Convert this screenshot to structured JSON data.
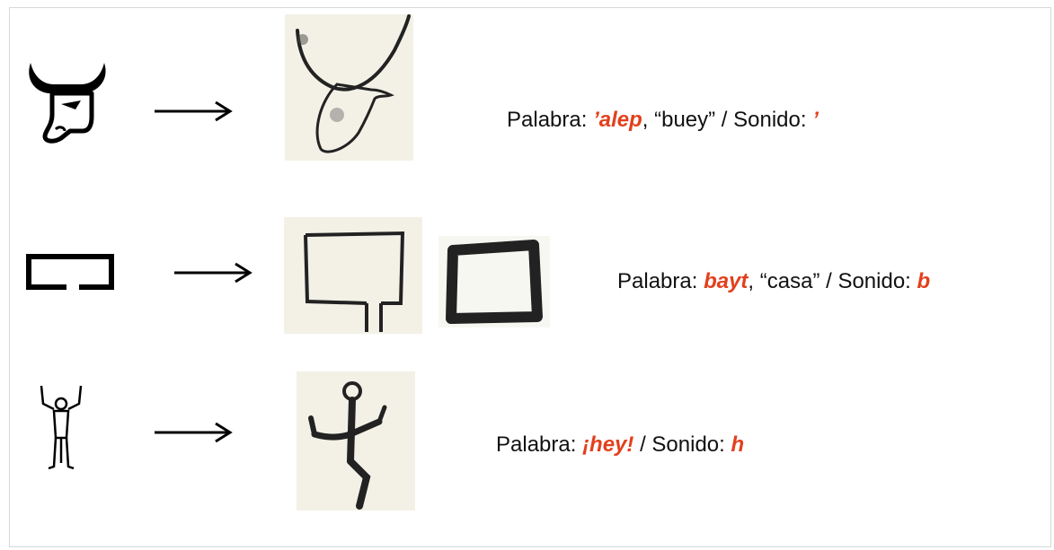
{
  "colors": {
    "accent_red": "#e2401c",
    "text": "#111111",
    "sketch_bg": "#f3f1e6"
  },
  "rows": [
    {
      "id": "alep",
      "hieroglyph_icon": "ox-head-icon",
      "sketch_icons": [
        "proto-sinaitic-ox-head-icon"
      ],
      "caption": {
        "prefix": "Palabra: ",
        "word": "’alep",
        "middle": ", “buey” / Sonido: ",
        "sound": "’"
      }
    },
    {
      "id": "bayt",
      "hieroglyph_icon": "house-plan-icon",
      "sketch_icons": [
        "proto-sinaitic-house-icon",
        "proto-sinaitic-square-icon"
      ],
      "caption": {
        "prefix": "Palabra: ",
        "word": "bayt",
        "middle": ", “casa” / Sonido: ",
        "sound": "b"
      }
    },
    {
      "id": "hey",
      "hieroglyph_icon": "rejoicing-man-icon",
      "sketch_icons": [
        "proto-sinaitic-man-icon"
      ],
      "caption": {
        "prefix": "Palabra: ",
        "word": "¡hey!",
        "middle": " / Sonido: ",
        "sound": "h"
      }
    }
  ]
}
